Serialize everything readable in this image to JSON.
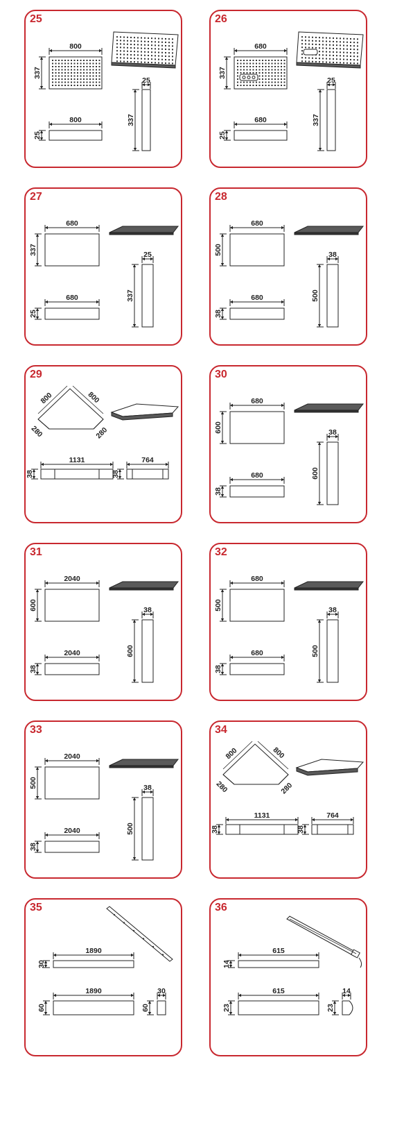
{
  "colors": {
    "border": "#c8282f",
    "number": "#c8282f",
    "line": "#222222",
    "panel_top": "#5a5a5a"
  },
  "cards": [
    {
      "number": "25",
      "kind": "pegboard",
      "width_label": "800",
      "height_label": "337",
      "depth_label": "25",
      "holes": false
    },
    {
      "number": "26",
      "kind": "pegboard",
      "width_label": "680",
      "height_label": "337",
      "depth_label": "25",
      "holes": true
    },
    {
      "number": "27",
      "kind": "shelf",
      "width_label": "680",
      "height_label": "337",
      "depth_label": "25"
    },
    {
      "number": "28",
      "kind": "shelf",
      "width_label": "680",
      "height_label": "500",
      "depth_label": "38"
    },
    {
      "number": "29",
      "kind": "corner",
      "side_a": "800",
      "side_b": "800",
      "end_a": "280",
      "end_b": "280",
      "thickness": "38",
      "long_len": "1131",
      "short_len": "764"
    },
    {
      "number": "30",
      "kind": "shelf",
      "width_label": "680",
      "height_label": "600",
      "depth_label": "38"
    },
    {
      "number": "31",
      "kind": "shelf",
      "width_label": "2040",
      "height_label": "600",
      "depth_label": "38"
    },
    {
      "number": "32",
      "kind": "shelf",
      "width_label": "680",
      "height_label": "500",
      "depth_label": "38"
    },
    {
      "number": "33",
      "kind": "shelf",
      "width_label": "2040",
      "height_label": "500",
      "depth_label": "38"
    },
    {
      "number": "34",
      "kind": "corner",
      "side_a": "800",
      "side_b": "800",
      "end_a": "280",
      "end_b": "280",
      "thickness": "38",
      "long_len": "1131",
      "short_len": "764"
    },
    {
      "number": "35",
      "kind": "bar",
      "length": "1890",
      "thin": "30",
      "tall": "60",
      "end_w": "30",
      "end_h": "60"
    },
    {
      "number": "36",
      "kind": "lamp",
      "length": "615",
      "thin": "14",
      "tall": "23",
      "end_w": "14",
      "end_h": "23"
    }
  ]
}
